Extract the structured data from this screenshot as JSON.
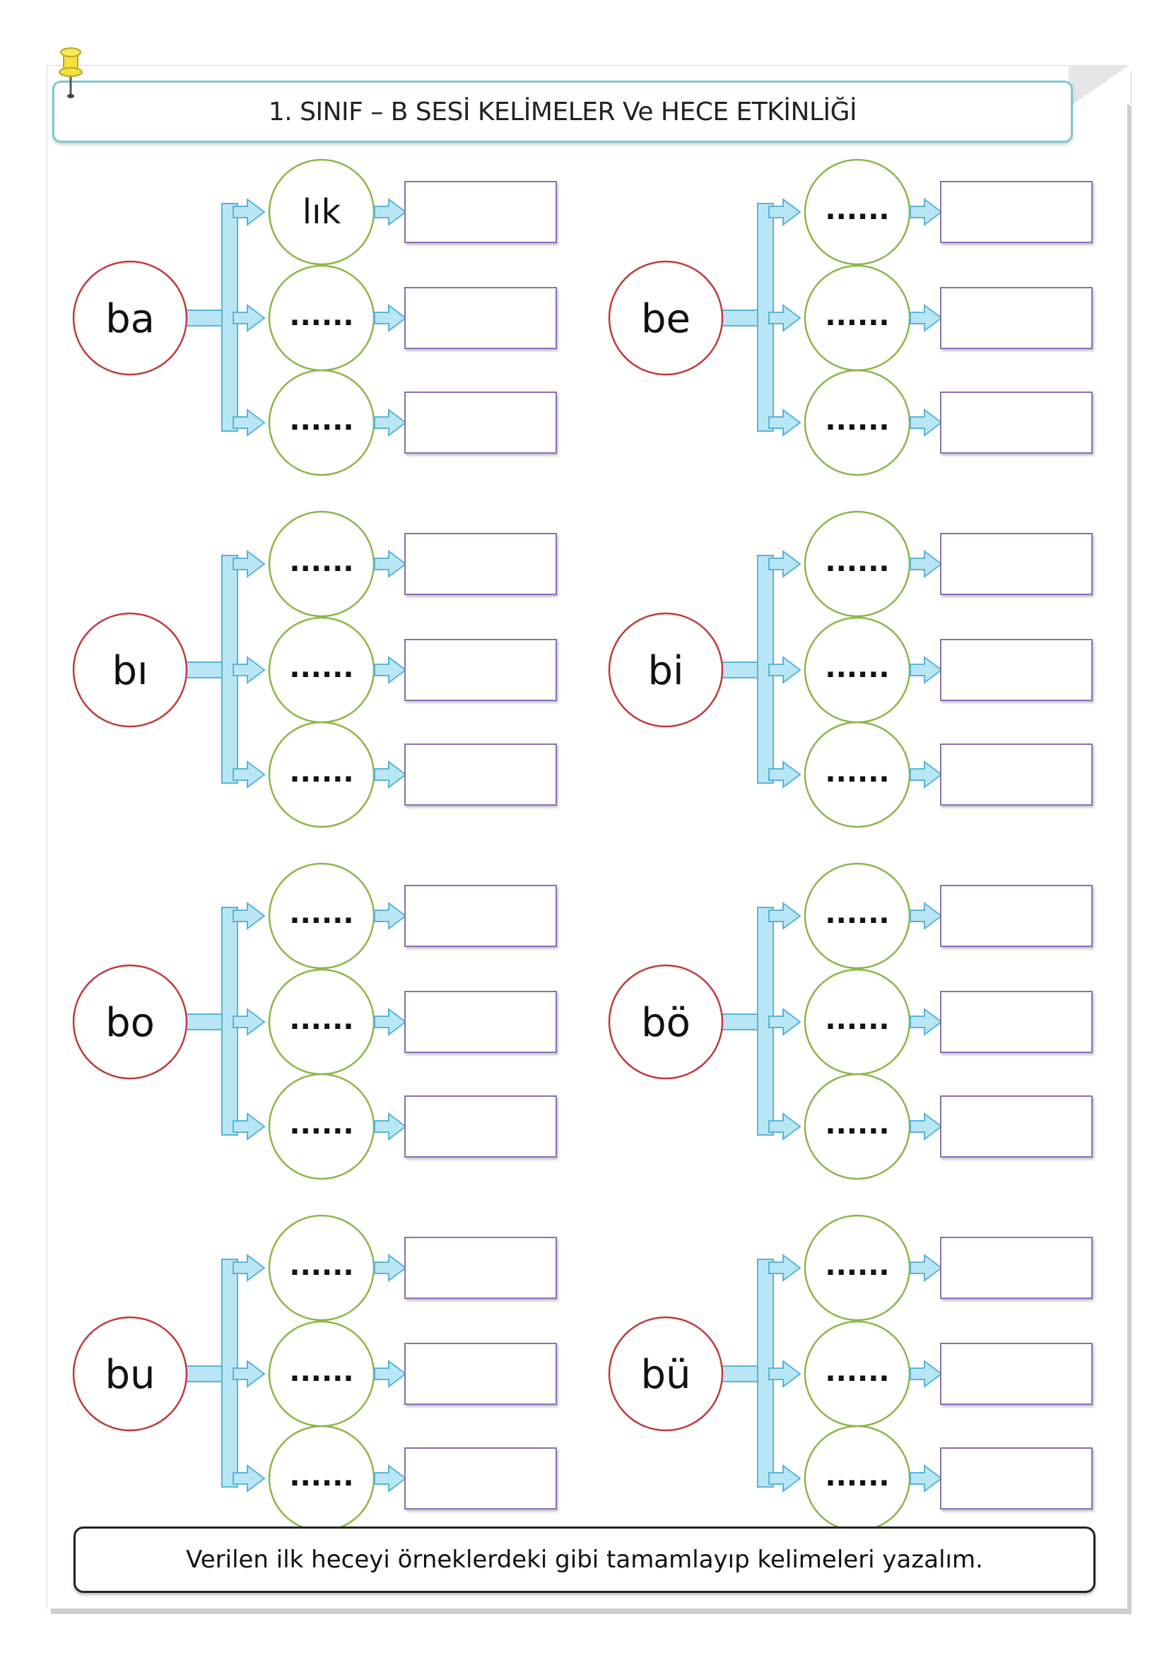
{
  "worksheet": {
    "title": "1. SINIF – B SESİ KELİMELER Ve HECE ETKİNLİĞİ",
    "instruction": "Verilen ilk heceyi örneklerdeki gibi tamamlayıp kelimeleri yazalım.",
    "colors": {
      "syllable_circle_border": "#c0393b",
      "slot_circle_border": "#8db64a",
      "arrow_fill": "#b9e6f4",
      "arrow_stroke": "#59b4d6",
      "word_box_border": "#8a6fb3",
      "title_border": "#7fc7cf",
      "pin": "#f2e13a"
    },
    "groups": [
      {
        "syllable": "ba",
        "slots": [
          "lık",
          "......",
          "......"
        ],
        "answers": [
          "",
          "",
          ""
        ]
      },
      {
        "syllable": "be",
        "slots": [
          "......",
          "......",
          "......"
        ],
        "answers": [
          "",
          "",
          ""
        ]
      },
      {
        "syllable": "bı",
        "slots": [
          "......",
          "......",
          "......"
        ],
        "answers": [
          "",
          "",
          ""
        ]
      },
      {
        "syllable": "bi",
        "slots": [
          "......",
          "......",
          "......"
        ],
        "answers": [
          "",
          "",
          ""
        ]
      },
      {
        "syllable": "bo",
        "slots": [
          "......",
          "......",
          "......"
        ],
        "answers": [
          "",
          "",
          ""
        ]
      },
      {
        "syllable": "bö",
        "slots": [
          "......",
          "......",
          "......"
        ],
        "answers": [
          "",
          "",
          ""
        ]
      },
      {
        "syllable": "bu",
        "slots": [
          "......",
          "......",
          "......"
        ],
        "answers": [
          "",
          "",
          ""
        ]
      },
      {
        "syllable": "bü",
        "slots": [
          "......",
          "......",
          "......"
        ],
        "answers": [
          "",
          "",
          ""
        ]
      }
    ]
  }
}
